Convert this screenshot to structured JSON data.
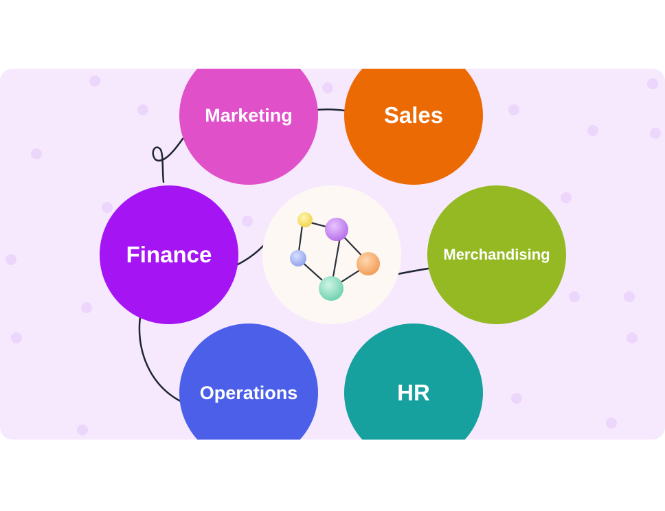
{
  "diagram": {
    "background_color": "#f6e9fd",
    "hub_icon": "network-nodes-icon",
    "nodes": {
      "marketing": {
        "label": "Marketing",
        "color": "#e050c8"
      },
      "sales": {
        "label": "Sales",
        "color": "#ec6a04"
      },
      "finance": {
        "label": "Finance",
        "color": "#a515f4"
      },
      "merchandising": {
        "label": "Merchandising",
        "color": "#94b922"
      },
      "operations": {
        "label": "Operations",
        "color": "#4b5fe9"
      },
      "hr": {
        "label": "HR",
        "color": "#16a09e"
      }
    },
    "connector_color": "#1f2430"
  }
}
